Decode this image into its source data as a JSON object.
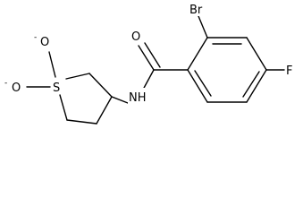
{
  "structure": {
    "atoms": {
      "br": "Br",
      "o_carbonyl": "O",
      "f": "F",
      "nh": "NH",
      "s": "S",
      "o_top": "O",
      "o_left": "O",
      "charge_top": "-",
      "charge_left": "-"
    }
  }
}
